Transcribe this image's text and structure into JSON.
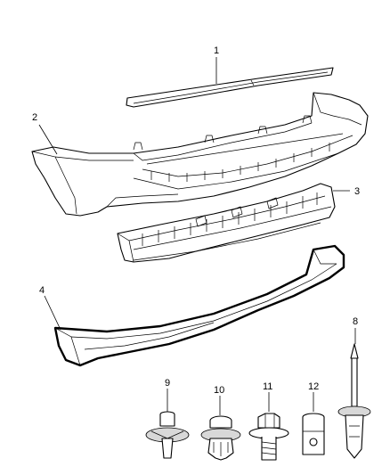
{
  "callouts": {
    "c1": "1",
    "c2": "2",
    "c3": "3",
    "c4": "4",
    "c8": "8",
    "c9": "9",
    "c10": "10",
    "c11": "11",
    "c12": "12"
  }
}
